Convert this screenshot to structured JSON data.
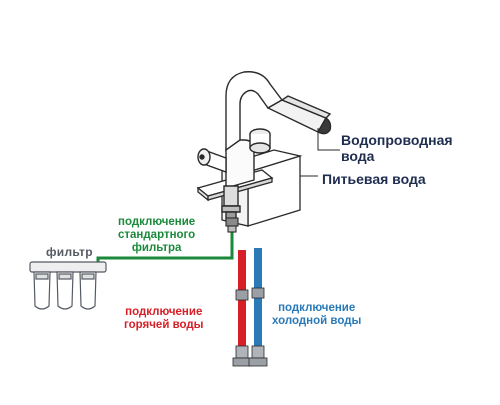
{
  "labels": {
    "tap_water_line1": "Водопроводная",
    "tap_water_line2": "вода",
    "drinking_water": "Питьевая вода",
    "std_filter_line1": "подключение",
    "std_filter_line2": "стандартного",
    "std_filter_line3": "фильтра",
    "filter": "фильтр",
    "hot_line1": "подключение",
    "hot_line2": "горячей воды",
    "cold_line1": "подключение",
    "cold_line2": "холодной воды"
  },
  "colors": {
    "outline": "#2a2a2a",
    "hot": "#d61f26",
    "cold": "#2a7ab8",
    "filter_line": "#1a8a3a",
    "text_navy": "#1f2d4f",
    "body_gray": "#9aa0a6"
  }
}
